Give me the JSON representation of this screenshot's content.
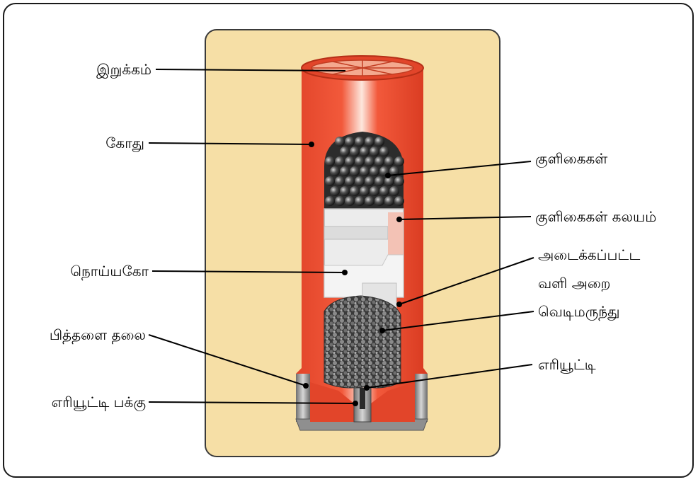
{
  "labels_left": {
    "crimp": "இறுக்கம்",
    "hull": "கோது",
    "wad": "நொய்யகோ",
    "brass_head": "பித்தளை தலை",
    "primer_cap": "எரியூட்டி பக்கு"
  },
  "labels_right": {
    "shot": "குளிகைகள்",
    "shot_cup": "குளிகைகள் கலயம்",
    "air_chamber_line1": "அடைக்கப்பட்ட",
    "air_chamber_line2": "வளி அறை",
    "powder": "வெடிமருந்து",
    "primer": "எரியூட்டி"
  },
  "colors": {
    "background_panel": "#f6dfa6",
    "hull": "#e8452a",
    "hull_highlight": "#f7a28a",
    "brass": "#9a9a9a",
    "powder": "#3b3b3b",
    "shot": "#2a2a2a",
    "wad": "#e9e9e9"
  }
}
